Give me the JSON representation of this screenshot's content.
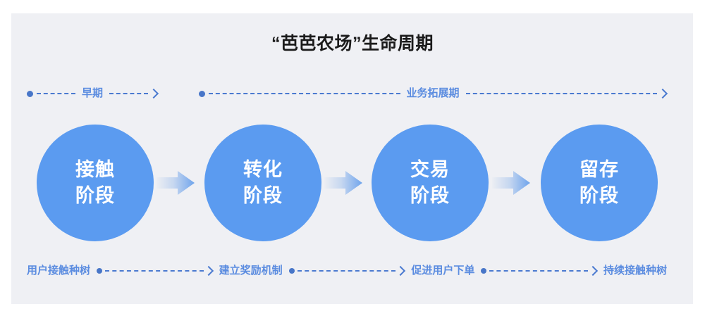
{
  "title": "“芭芭农场”生命周期",
  "colors": {
    "page_background": "#ffffff",
    "board_background": "#eff0f4",
    "circle_fill": "#5b9bf0",
    "circle_text": "#ffffff",
    "accent_blue": "#5b8ce0",
    "dash_blue": "#4b7ad0",
    "title_text": "#1b1b1b"
  },
  "phases": [
    {
      "label": "早期"
    },
    {
      "label": "业务拓展期"
    }
  ],
  "stages": [
    {
      "line1": "接触",
      "line2": "阶段"
    },
    {
      "line1": "转化",
      "line2": "阶段"
    },
    {
      "line1": "交易",
      "line2": "阶段"
    },
    {
      "line1": "留存",
      "line2": "阶段"
    }
  ],
  "steps": [
    {
      "label": "用户接触种树"
    },
    {
      "label": "建立奖励机制"
    },
    {
      "label": "促进用户下单"
    },
    {
      "label": "持续接触种树"
    }
  ],
  "icons": {
    "phase_start_dot": "dot-icon",
    "phase_arrow_head": "chevron-right-icon",
    "stage_connector": "block-arrow-right-icon",
    "step_start_dot": "dot-icon",
    "step_arrow_head": "chevron-right-icon"
  }
}
